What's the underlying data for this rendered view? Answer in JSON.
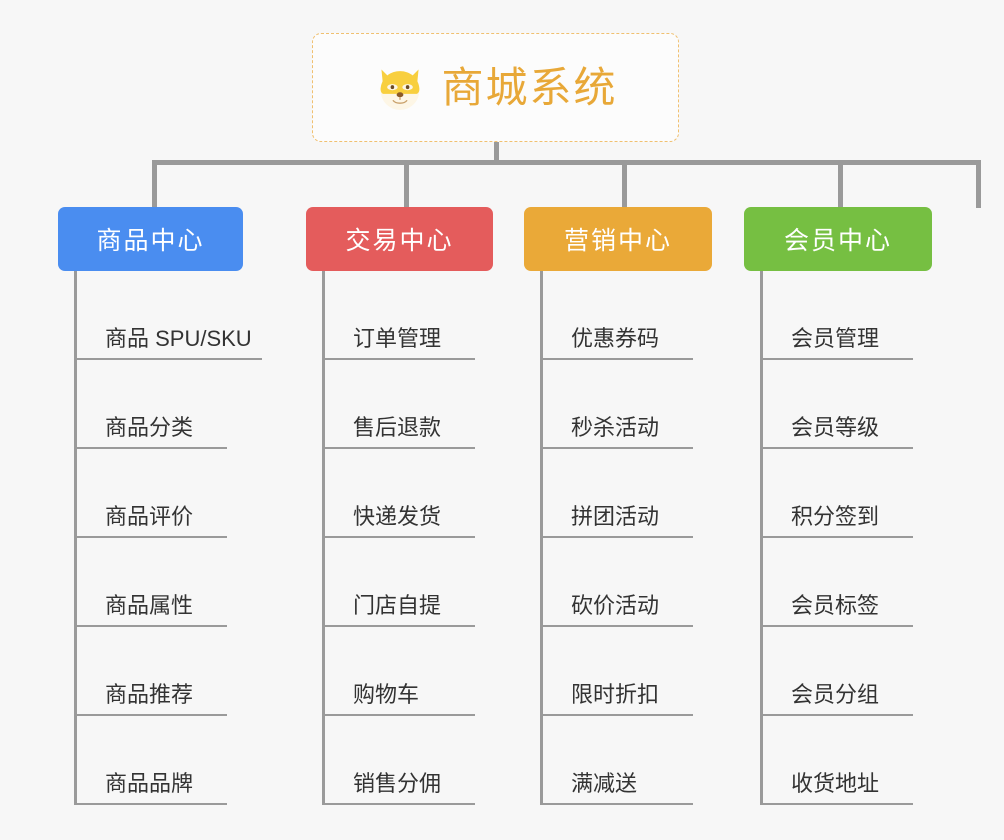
{
  "root": {
    "title": "商城系统",
    "icon": "shiba-dog-icon",
    "border_color": "#f0c070",
    "text_color": "#e8a838"
  },
  "page": {
    "background_color": "#f7f7f7",
    "connector_color": "#9a9a9a"
  },
  "branches": [
    {
      "label": "商品中心",
      "color": "#4a8df0",
      "items": [
        "商品 SPU/SKU",
        "商品分类",
        "商品评价",
        "商品属性",
        "商品推荐",
        "商品品牌"
      ]
    },
    {
      "label": "交易中心",
      "color": "#e45c5c",
      "items": [
        "订单管理",
        "售后退款",
        "快递发货",
        "门店自提",
        "购物车",
        "销售分佣"
      ]
    },
    {
      "label": "营销中心",
      "color": "#eaa938",
      "items": [
        "优惠券码",
        "秒杀活动",
        "拼团活动",
        "砍价活动",
        "限时折扣",
        "满减送"
      ]
    },
    {
      "label": "会员中心",
      "color": "#76bf42",
      "items": [
        "会员管理",
        "会员等级",
        "积分签到",
        "会员标签",
        "会员分组",
        "收货地址"
      ]
    }
  ]
}
